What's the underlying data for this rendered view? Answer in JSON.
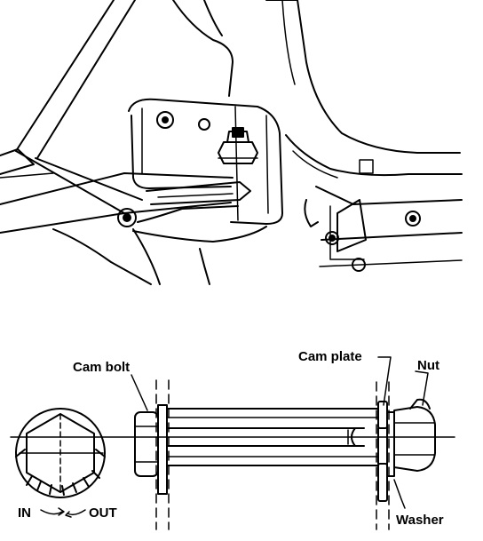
{
  "labels": {
    "cam_bolt": "Cam bolt",
    "cam_plate": "Cam plate",
    "nut": "Nut",
    "washer": "Washer",
    "in": "IN",
    "out": "OUT"
  }
}
